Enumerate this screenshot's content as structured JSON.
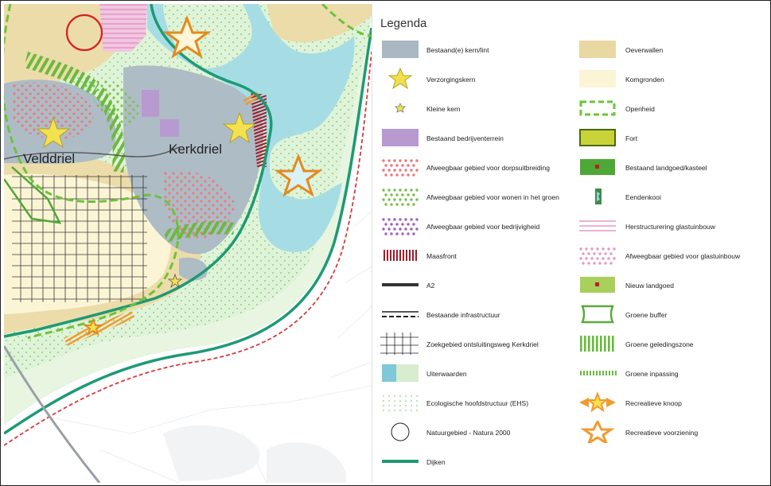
{
  "map": {
    "place_labels": [
      "Velddriel",
      "Kerkdriel"
    ]
  },
  "legend": {
    "title": "Legenda",
    "left_items": [
      {
        "label": "Bestaand(e) kern/lint",
        "symbol": "grey-fill",
        "color": "#a9b8c2"
      },
      {
        "label": "Verzorgingskern",
        "symbol": "star-large",
        "color": "#f2e04a"
      },
      {
        "label": "Kleine kern",
        "symbol": "star-small",
        "color": "#f2e04a"
      },
      {
        "label": "Bestaand bedrijventerrein",
        "symbol": "purple-fill",
        "color": "#b89ad1"
      },
      {
        "label": "Afweegbaar gebied voor dorpsuitbreiding",
        "symbol": "red-dots",
        "color": "#e8787a"
      },
      {
        "label": "Afweegbaar gebied voor wonen in het groen",
        "symbol": "green-dots",
        "color": "#79c04a"
      },
      {
        "label": "Afweegbaar gebied voor bedrijvigheid",
        "symbol": "purple-dots",
        "color": "#a062b8"
      },
      {
        "label": "Maasfront",
        "symbol": "red-hatch",
        "color": "#a31c2a"
      },
      {
        "label": "A2",
        "symbol": "thick-line",
        "color": "#333333"
      },
      {
        "label": "Bestaande infrastructuur",
        "symbol": "line-dashed",
        "color": "#222222"
      },
      {
        "label": "Zoekgebied ontsluitingsweg Kerkdriel",
        "symbol": "grid",
        "color": "#222222"
      },
      {
        "label": "Uiterwaarden",
        "symbol": "floodplain",
        "color": "#7ec8d8"
      },
      {
        "label": "Ecologische hoofdstructuur (EHS)",
        "symbol": "ehs-dots",
        "color": "#8ccf7a"
      },
      {
        "label": "Natuurgebied - Natura 2000",
        "symbol": "circle",
        "color": "#222222"
      },
      {
        "label": "Dijken",
        "symbol": "dike-line",
        "color": "#1d9a74"
      }
    ],
    "right_items": [
      {
        "label": "Oeverwallen",
        "symbol": "tan-fill",
        "color": "#ead8a3"
      },
      {
        "label": "Komgronden",
        "symbol": "cream-fill",
        "color": "#fbf5d6"
      },
      {
        "label": "Openheid",
        "symbol": "dashed-green-box",
        "color": "#6ec23a"
      },
      {
        "label": "Fort",
        "symbol": "fort-box",
        "color": "#c8d33a"
      },
      {
        "label": "Bestaand landgoed/kasteel",
        "symbol": "estate-box",
        "color": "#4ea835"
      },
      {
        "label": "Eendenkooi",
        "symbol": "duck-decoy",
        "color": "#3a8c4a"
      },
      {
        "label": "Herstructurering glastuinbouw",
        "symbol": "pink-lines",
        "color": "#e39ac5"
      },
      {
        "label": "Afweegbaar gebied voor glastuinbouw",
        "symbol": "pink-dots",
        "color": "#e39ac5"
      },
      {
        "label": "Nieuw landgoed",
        "symbol": "new-estate",
        "color": "#a8d05a"
      },
      {
        "label": "Groene buffer",
        "symbol": "green-buffer",
        "color": "#5aab3a"
      },
      {
        "label": "Groene geledingszone",
        "symbol": "green-stripes",
        "color": "#6cb93e"
      },
      {
        "label": "Groene inpassing",
        "symbol": "green-thin-stripes",
        "color": "#6cb93e"
      },
      {
        "label": "Recreatieve knoop",
        "symbol": "rec-node",
        "color": "#f29a2e"
      },
      {
        "label": "Recreatieve voorziening",
        "symbol": "rec-star",
        "color": "#f29a2e"
      }
    ]
  }
}
